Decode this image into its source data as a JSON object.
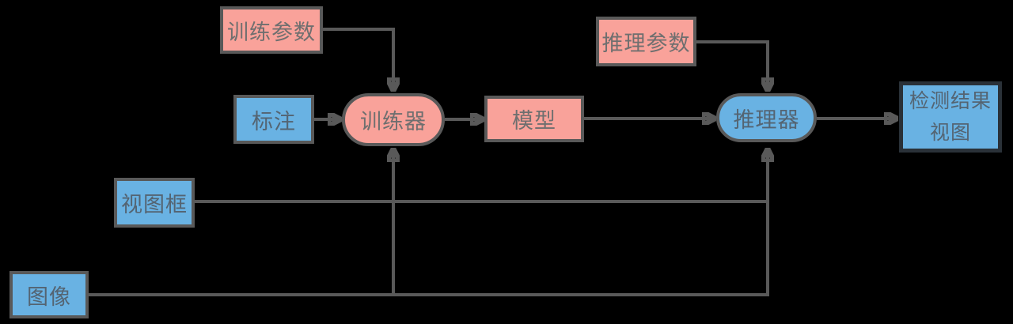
{
  "diagram": {
    "type": "flowchart",
    "background": "#000000",
    "colors": {
      "node_pink_fill": "#F9A29A",
      "node_blue_fill": "#69B2E3",
      "border_gray": "#595959",
      "border_dark": "#2A3138",
      "edge_line": "#595959",
      "text_on_pink": "#6F6F6F",
      "text_on_blue": "#546472"
    },
    "nodes": {
      "training_params": {
        "label": "训练参数",
        "shape": "rect",
        "fill": "pink"
      },
      "annotation": {
        "label": "标注",
        "shape": "rect",
        "fill": "blue"
      },
      "trainer": {
        "label": "训练器",
        "shape": "stadium",
        "fill": "pink"
      },
      "model": {
        "label": "模型",
        "shape": "rect",
        "fill": "pink"
      },
      "inference_params": {
        "label": "推理参数",
        "shape": "rect",
        "fill": "pink"
      },
      "inferencer": {
        "label": "推理器",
        "shape": "stadium",
        "fill": "blue"
      },
      "result_view": {
        "label_line1": "检测结果",
        "label_line2": "视图",
        "shape": "rect",
        "fill": "blue"
      },
      "view_frame": {
        "label": "视图框",
        "shape": "rect",
        "fill": "blue"
      },
      "image": {
        "label": "图像",
        "shape": "rect",
        "fill": "blue"
      }
    },
    "edges": [
      {
        "from": "训练参数",
        "to": "训练器",
        "arrow": true
      },
      {
        "from": "标注",
        "to": "训练器",
        "arrow": true
      },
      {
        "from": "训练器",
        "to": "模型",
        "arrow": true
      },
      {
        "from": "模型",
        "to": "推理器",
        "arrow": true
      },
      {
        "from": "推理参数",
        "to": "推理器",
        "arrow": true
      },
      {
        "from": "推理器",
        "to": "检测结果视图",
        "arrow": true
      },
      {
        "from": "视图框",
        "to": "推理器",
        "arrow": true
      },
      {
        "from": "图像",
        "to": "训练器",
        "arrow": true
      },
      {
        "from": "图像",
        "to": "推理器",
        "arrow": true
      }
    ]
  }
}
